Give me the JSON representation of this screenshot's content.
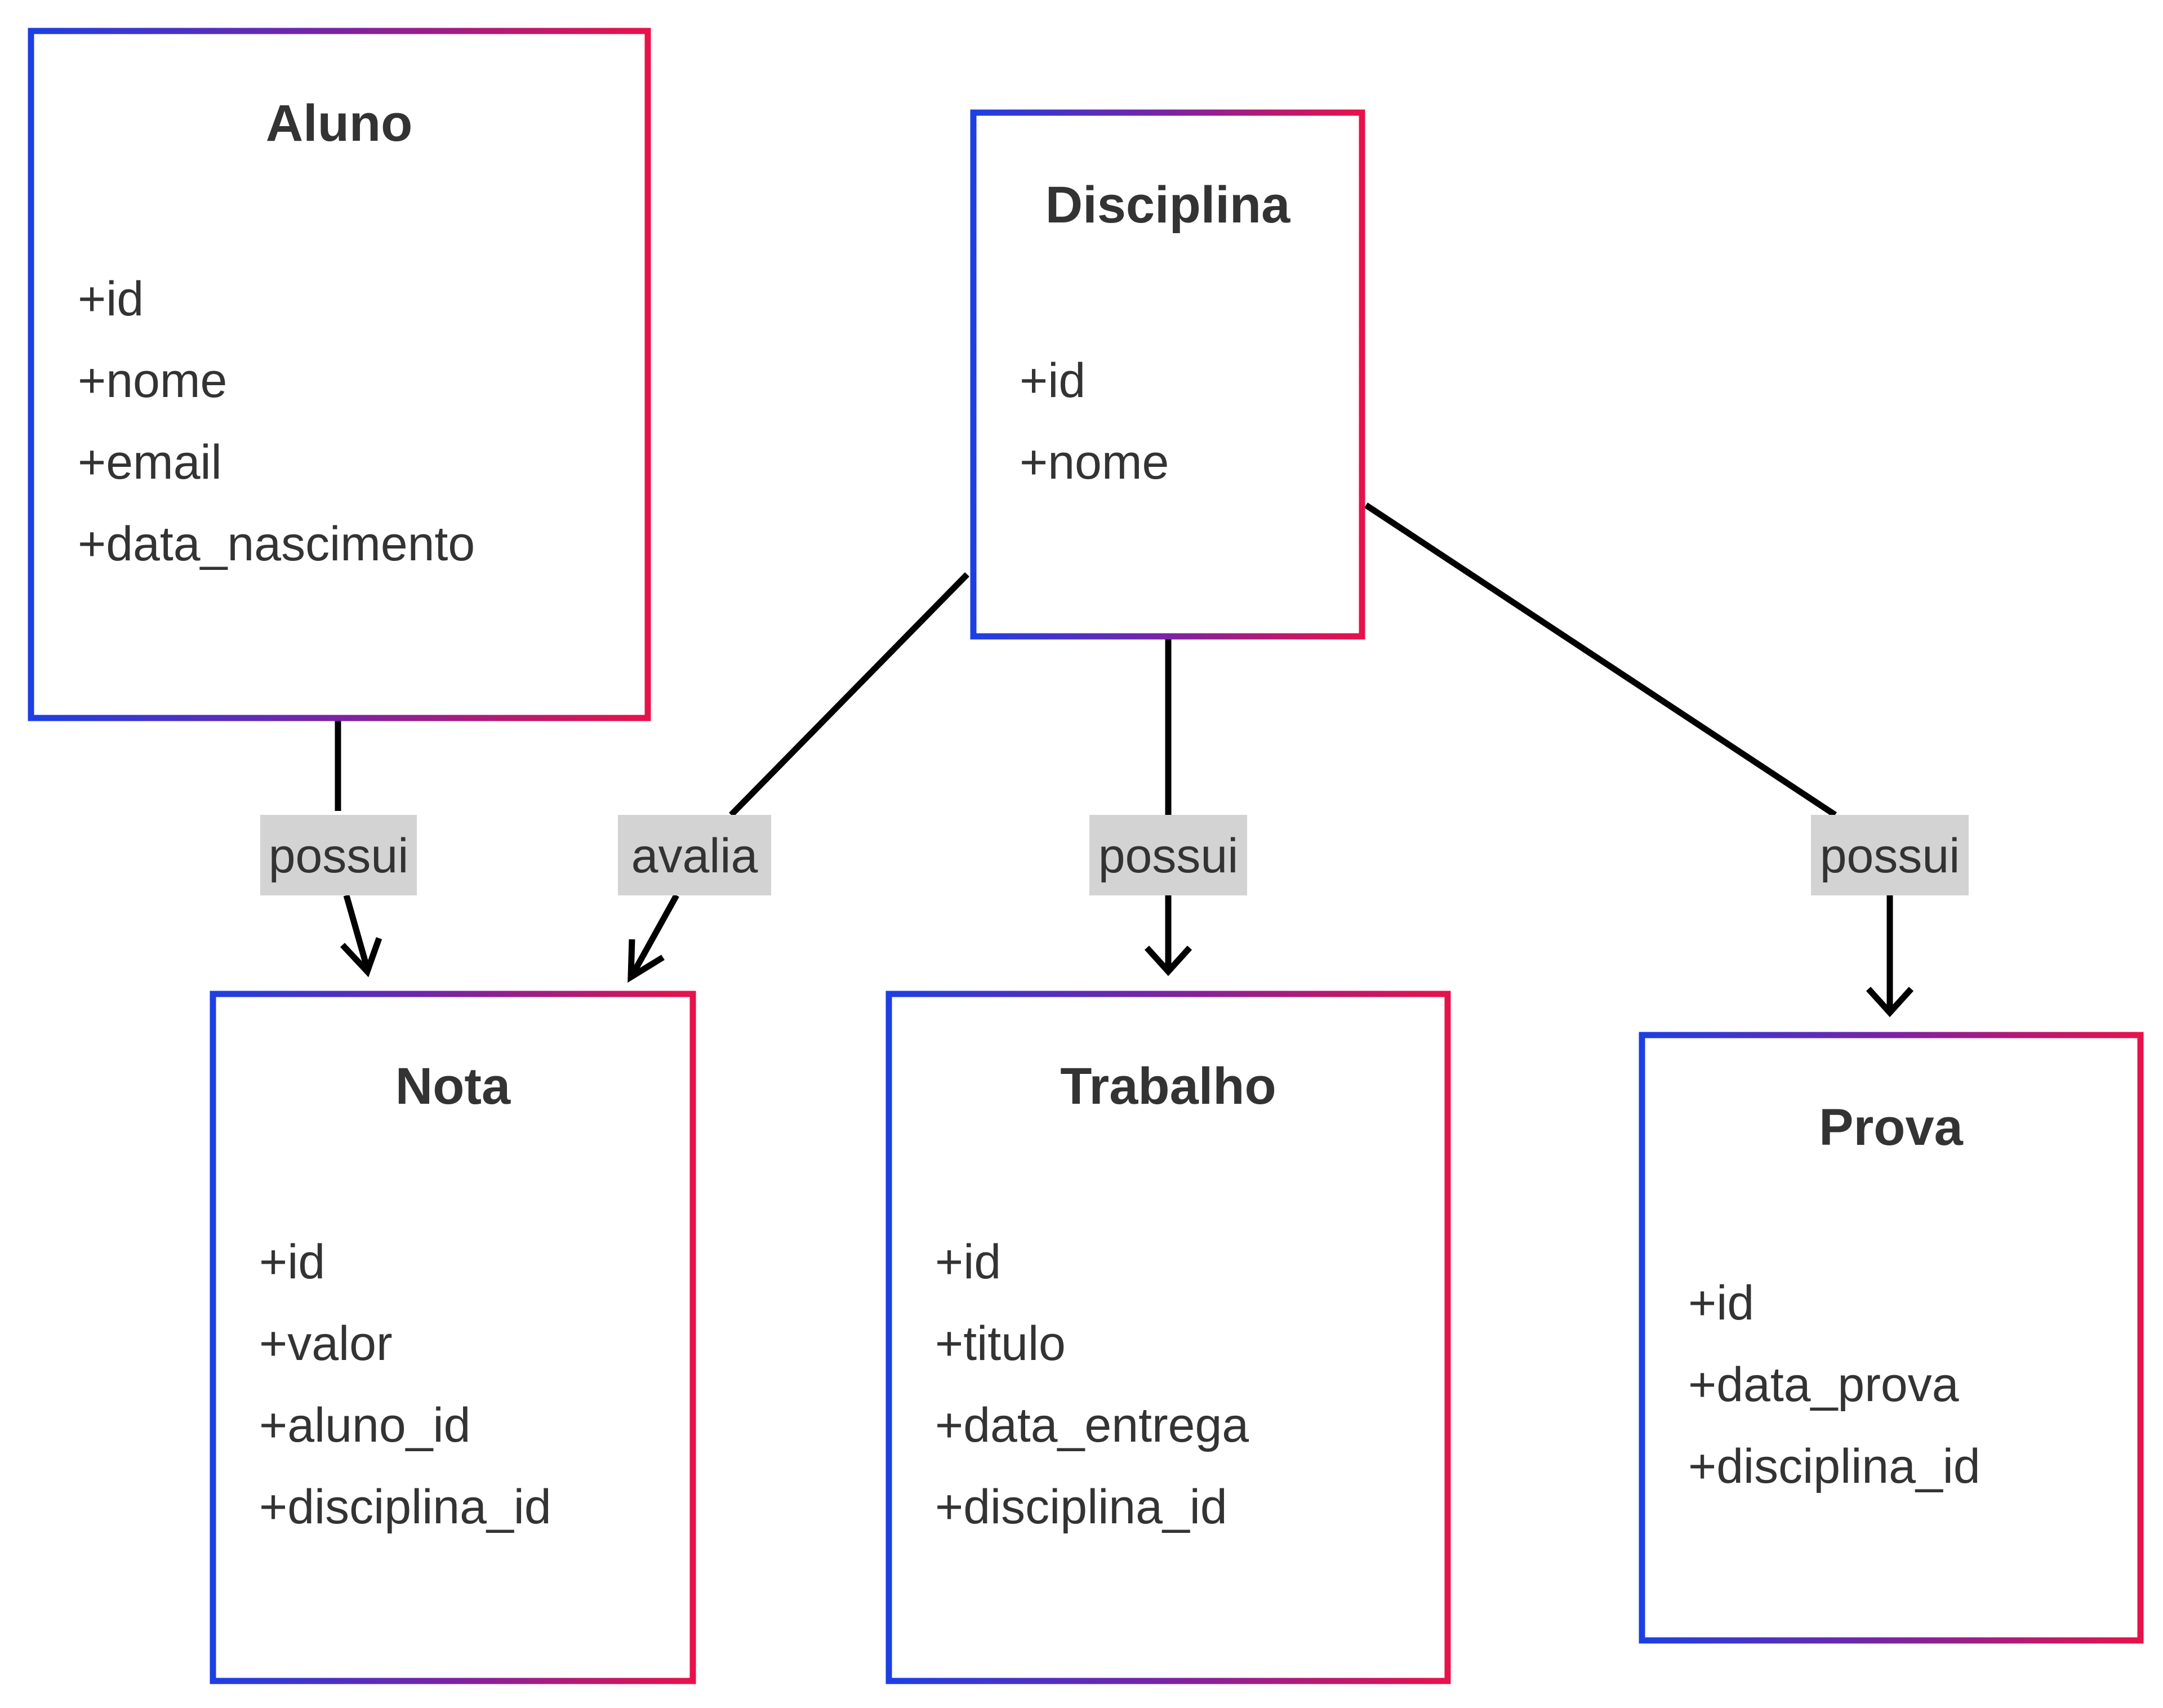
{
  "colors": {
    "gradient_start": "#1d3fe3",
    "gradient_mid": "#7b23a3",
    "gradient_end": "#e8124a",
    "edge": "#000000",
    "label_background": "#d3d3d3",
    "text": "#333333"
  },
  "classes": {
    "aluno": {
      "name": "Aluno",
      "attributes": [
        "+id",
        "+nome",
        "+email",
        "+data_nascimento"
      ]
    },
    "disciplina": {
      "name": "Disciplina",
      "attributes": [
        "+id",
        "+nome"
      ]
    },
    "nota": {
      "name": "Nota",
      "attributes": [
        "+id",
        "+valor",
        "+aluno_id",
        "+disciplina_id"
      ]
    },
    "trabalho": {
      "name": "Trabalho",
      "attributes": [
        "+id",
        "+titulo",
        "+data_entrega",
        "+disciplina_id"
      ]
    },
    "prova": {
      "name": "Prova",
      "attributes": [
        "+id",
        "+data_prova",
        "+disciplina_id"
      ]
    }
  },
  "relationships": [
    {
      "id": "aluno-nota",
      "from": "Aluno",
      "to": "Nota",
      "label": "possui"
    },
    {
      "id": "disciplina-nota",
      "from": "Disciplina",
      "to": "Nota",
      "label": "avalia"
    },
    {
      "id": "disciplina-trabalho",
      "from": "Disciplina",
      "to": "Trabalho",
      "label": "possui"
    },
    {
      "id": "disciplina-prova",
      "from": "Disciplina",
      "to": "Prova",
      "label": "possui"
    }
  ]
}
